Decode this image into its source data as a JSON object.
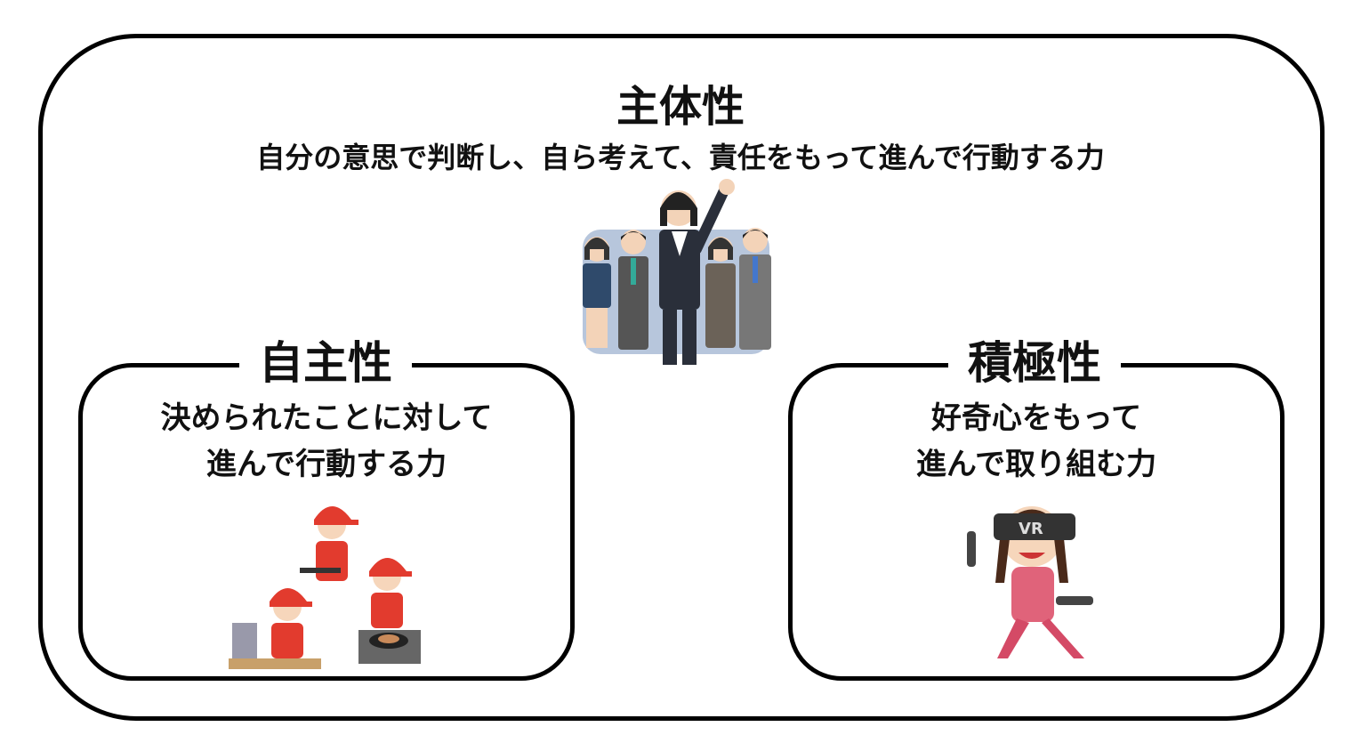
{
  "main": {
    "title": "主体性",
    "description": "自分の意思で判断し、自ら考えて、責任をもって進んで行動する力"
  },
  "left": {
    "title": "自主性",
    "lines": [
      "決められたことに対して",
      "進んで行動する力"
    ]
  },
  "right": {
    "title": "積極性",
    "lines": [
      "好奇心をもって",
      "進んで取り組む力"
    ],
    "vr_label": "VR"
  }
}
